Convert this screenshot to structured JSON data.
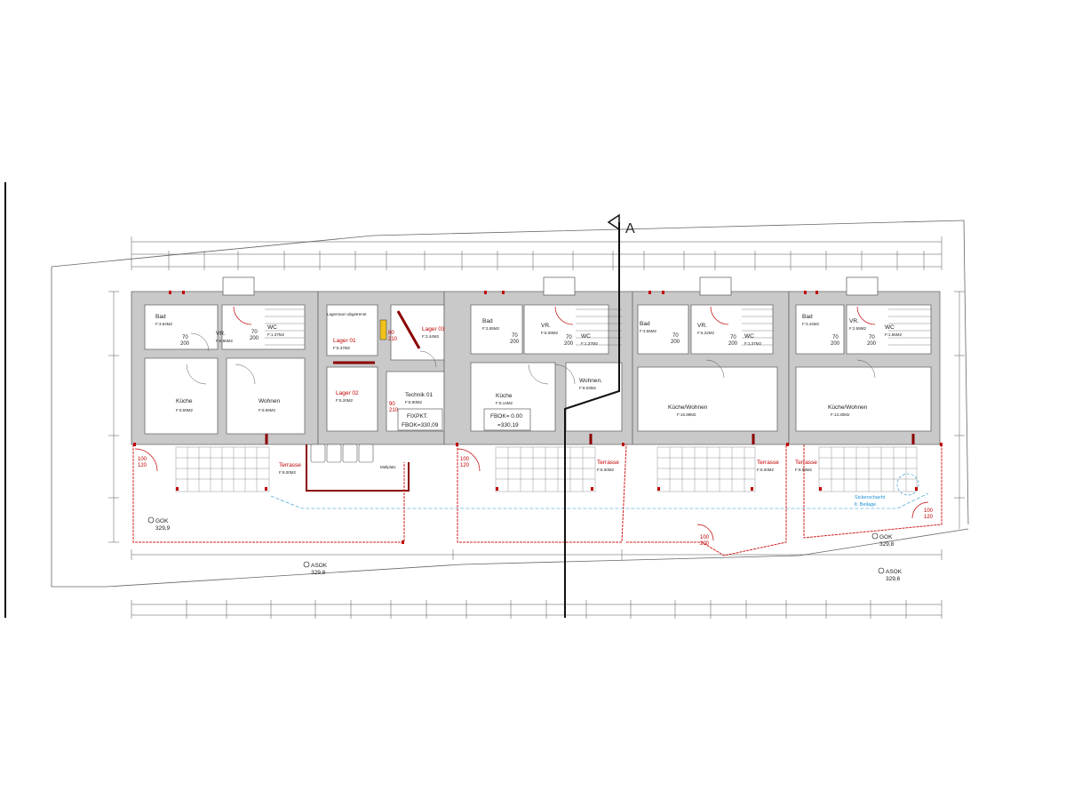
{
  "section_marker": "A",
  "rooms": [
    {
      "id": "bad1",
      "name": "Bad",
      "area": "F:3.64M2"
    },
    {
      "id": "vr1",
      "name": "VR.",
      "area": "F:6.66M2"
    },
    {
      "id": "wc1",
      "name": "WC",
      "area": "F:1.37M2"
    },
    {
      "id": "kueche1",
      "name": "Küche",
      "area": "F:9.59M2"
    },
    {
      "id": "wohnen1",
      "name": "Wohnen",
      "area": "F:9.59M2"
    },
    {
      "id": "lager01",
      "name": "Lager 01",
      "area": "F:5.37M2",
      "note": "Lagerraum abgetrennt"
    },
    {
      "id": "lager03",
      "name": "Lager 03",
      "area": "F:3.44M2"
    },
    {
      "id": "lager02",
      "name": "Lager 02",
      "area": "F:5.20M2"
    },
    {
      "id": "technik01",
      "name": "Technik 01",
      "area": "F:8.90M2"
    },
    {
      "id": "bad2",
      "name": "Bad",
      "area": "F:3.55M2"
    },
    {
      "id": "vr2",
      "name": "VR.",
      "area": "F:5.09M2"
    },
    {
      "id": "wc2",
      "name": "WC",
      "area": "F:1.37M2"
    },
    {
      "id": "kueche2",
      "name": "Küche",
      "area": "F:8.14M2"
    },
    {
      "id": "wohnen2",
      "name": "Wohnen.",
      "area": "F:8.03M2"
    },
    {
      "id": "bad3",
      "name": "Bad",
      "area": "F:3.55M2"
    },
    {
      "id": "vr3",
      "name": "VR.",
      "area": "F:6.22M2"
    },
    {
      "id": "wc3",
      "name": "WC",
      "area": "F:1.37M2"
    },
    {
      "id": "kuewohn3",
      "name": "Küche/Wohnen",
      "area": "F:16.99M2"
    },
    {
      "id": "bad4",
      "name": "Bad",
      "area": "F:3.44M2"
    },
    {
      "id": "vr4",
      "name": "VR.",
      "area": "F:2.59M2"
    },
    {
      "id": "wc4",
      "name": "WC",
      "area": "F:1.55M2"
    },
    {
      "id": "kuewohn4",
      "name": "Küche/Wohnen",
      "area": "F:13.30M2"
    }
  ],
  "terraces": [
    {
      "name": "Terrasse",
      "area": "F:8.00M2"
    },
    {
      "name": "Terrasse",
      "area": "F:8.00M2"
    },
    {
      "name": "Terrasse",
      "area": "F:8.00M2"
    },
    {
      "name": "Terrasse",
      "area": "F:8.99M2"
    }
  ],
  "door_codes": {
    "top": "70",
    "bottom": "200",
    "wide_top": "100",
    "wide_bottom": "120",
    "lager_top": "80",
    "lager_bottom": "210",
    "tech_top": "90",
    "tech_bottom": "210",
    "right_top": "100",
    "right_bottom": "120",
    "garden_top": "100",
    "garden_bottom": "200"
  },
  "muellplatz": "Müllplatz",
  "fixpunkt": {
    "line1": "FIXPKT.",
    "line2": "FBOK=330,09"
  },
  "fbok": {
    "line1": "FBOK= 0.00",
    "line2": "=330,19"
  },
  "levels": [
    {
      "label": "GOK",
      "value": "329,9"
    },
    {
      "label": "ASOK",
      "value": "329,8"
    },
    {
      "label": "GOK",
      "value": "329,8"
    },
    {
      "label": "ASOK",
      "value": "329,6"
    }
  ],
  "sickerschacht": {
    "line1": "Sickerschacht",
    "line2": "lt. Beilage"
  }
}
